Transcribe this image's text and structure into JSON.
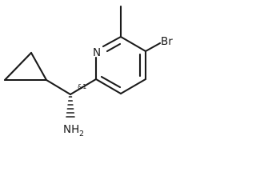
{
  "molecule": {
    "atoms": {
      "nitrogen_ring": "N",
      "bromine": "Br",
      "amine": "NH",
      "amine_subscript": "2",
      "stereo_marker": "&1"
    }
  }
}
